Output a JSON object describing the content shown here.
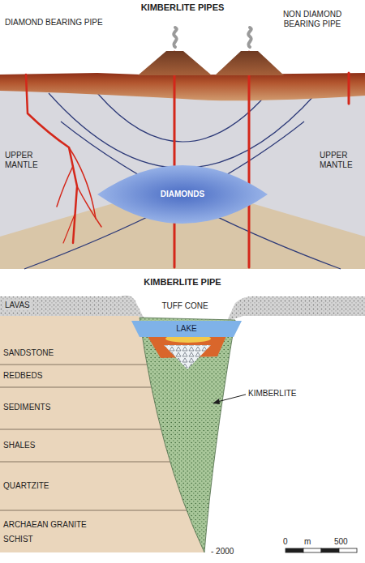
{
  "diagram": {
    "title": "KIMBERLITE PIPES",
    "nodes": [
      {
        "text": [
          "DIAMONDS"
        ]
      },
      {
        "text": [
          "LAKE"
        ]
      }
    ],
    "labels": [
      "DIAMOND BEARING PIPE",
      "NON DIAMOND BEARING PIPE",
      "UPPER MANTLE",
      "UPPER MANTLE",
      "KIMBERLITE PIPE",
      "LAVAS",
      "TUFF CONE",
      "SANDSTONE",
      "REDBEDS",
      "SEDIMENTS",
      "SHALES",
      "QUARTZITE",
      "ARCHAEAN GRANITE",
      "SCHIST",
      "KIMBERLITE",
      "- 2000",
      "0",
      "m",
      "500"
    ]
  }
}
